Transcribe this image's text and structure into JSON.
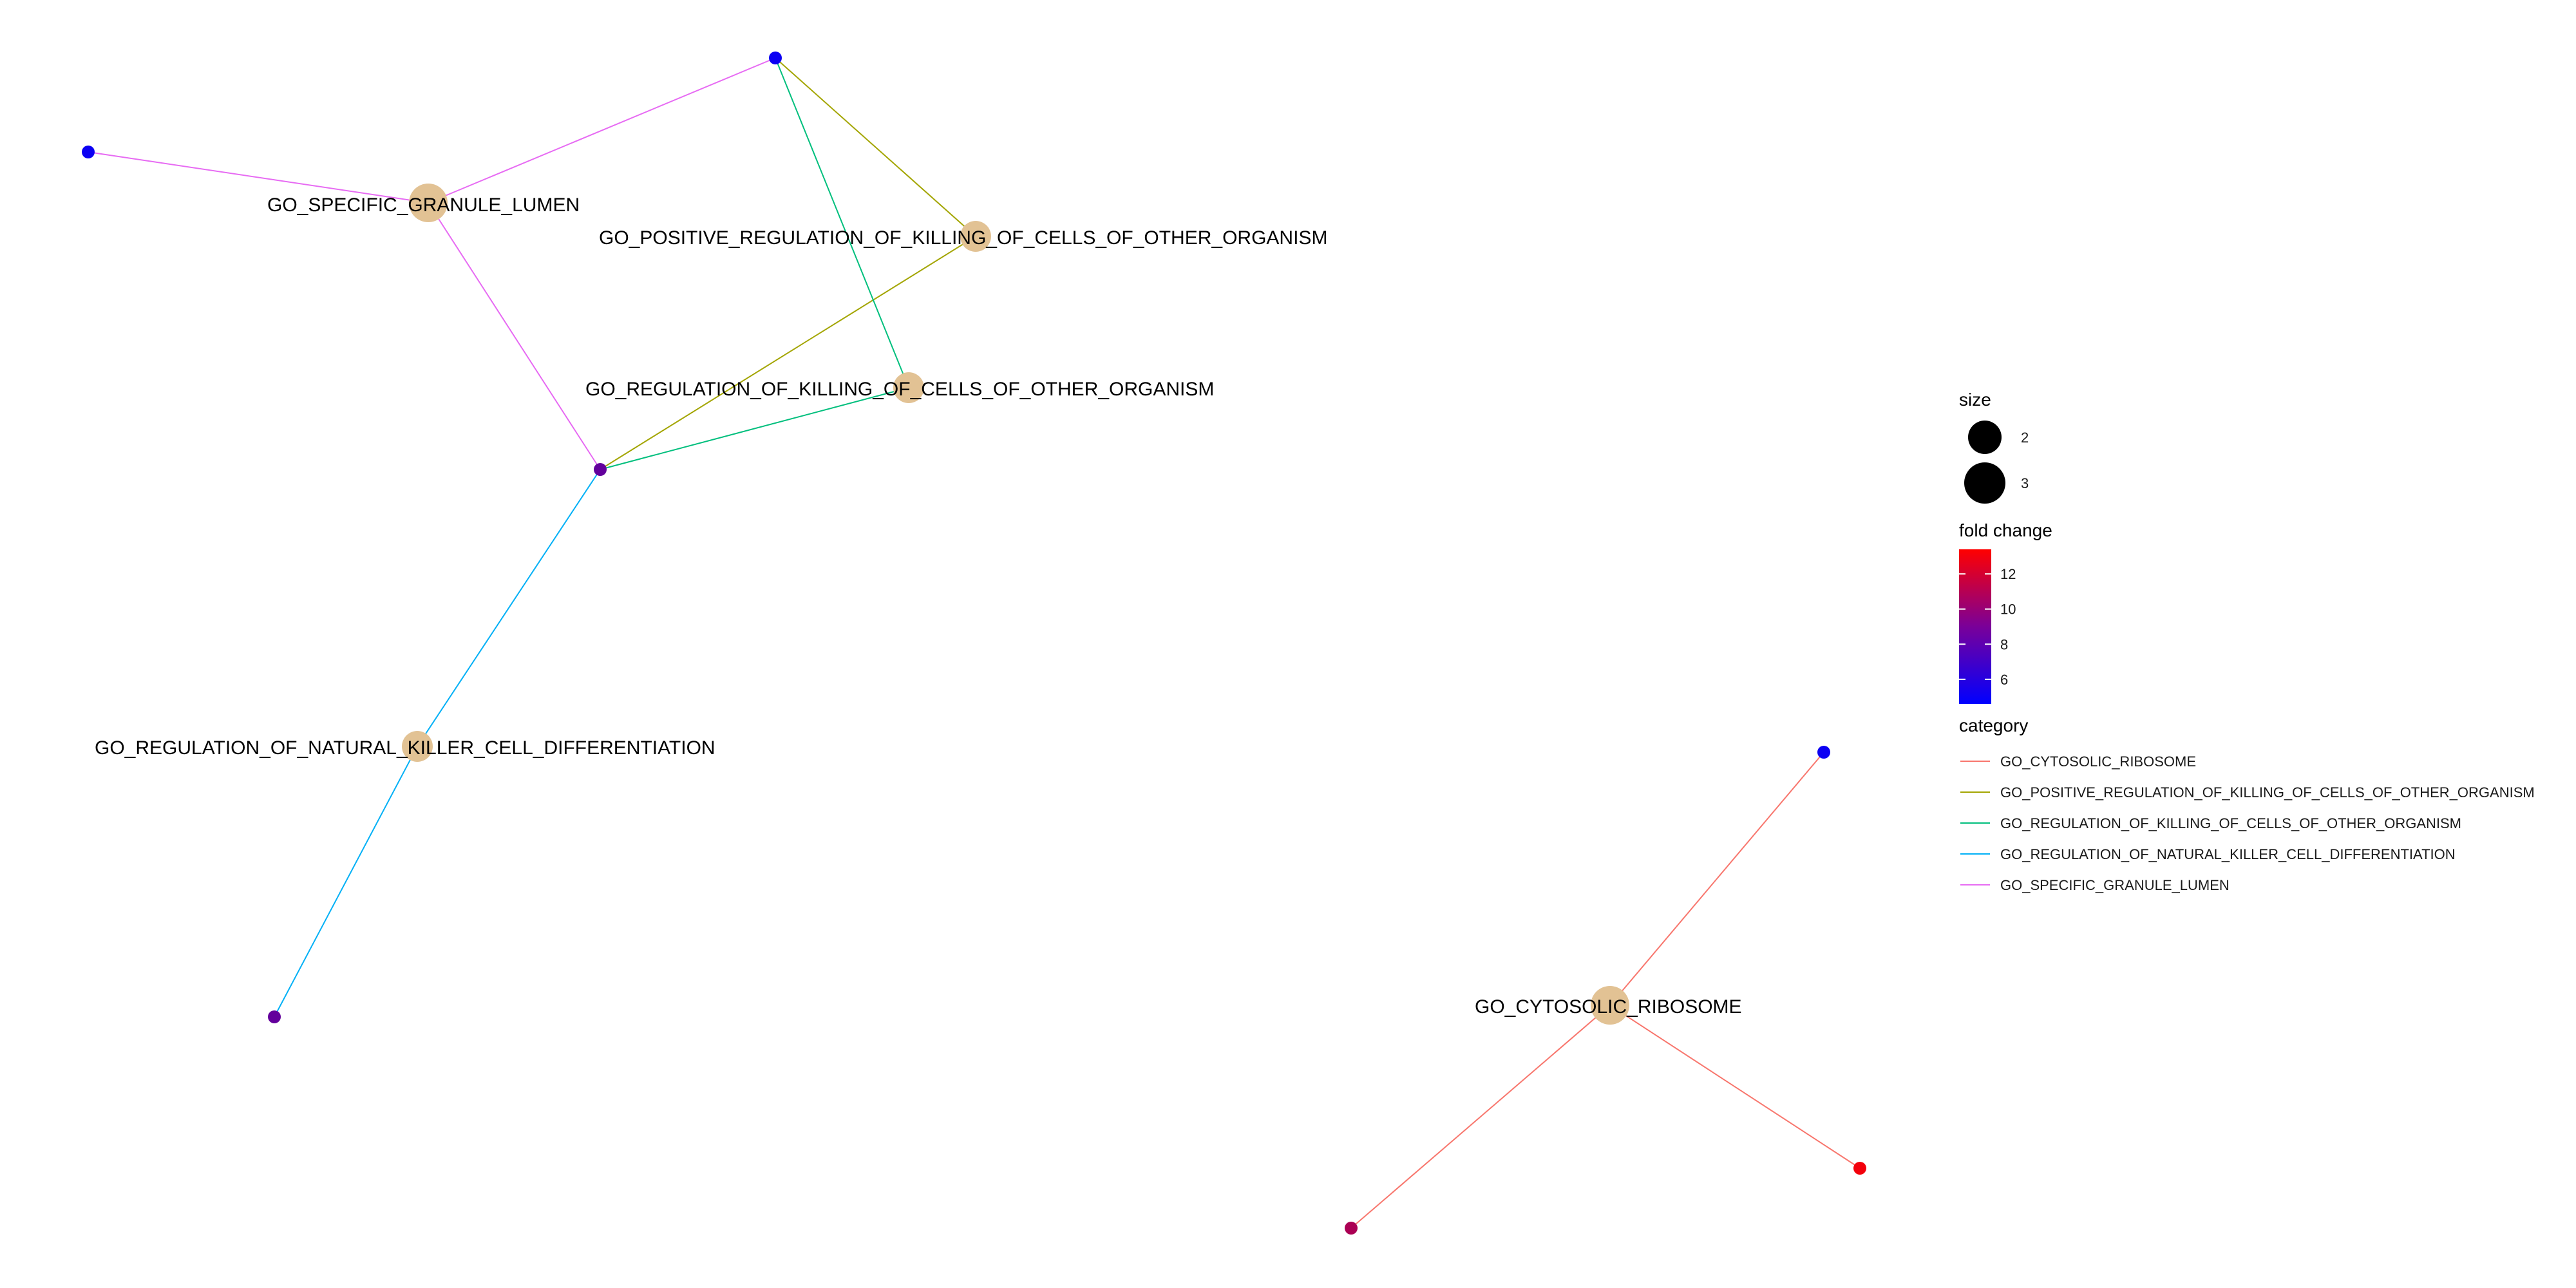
{
  "colors": {
    "term_node": "#e2c294",
    "GO_CYTOSOLIC_RIBOSOME": "#f8766d",
    "GO_POSITIVE_REGULATION_OF_KILLING_OF_CELLS_OF_OTHER_ORGANISM": "#a3a500",
    "GO_REGULATION_OF_KILLING_OF_CELLS_OF_OTHER_ORGANISM": "#00bf7d",
    "GO_REGULATION_OF_NATURAL_KILLER_CELL_DIFFERENTIATION": "#00b0f6",
    "GO_SPECIFIC_GRANULE_LUMEN": "#e76bf3",
    "fold_low": "#0000ff",
    "fold_high": "#ff0000"
  },
  "network": {
    "terms": [
      {
        "id": "GO_SPECIFIC_GRANULE_LUMEN",
        "label": "GO_SPECIFIC_GRANULE_LUMEN",
        "size": 3
      },
      {
        "id": "GO_POSITIVE_REGULATION_OF_KILLING_OF_CELLS_OF_OTHER_ORGANISM",
        "label": "GO_POSITIVE_REGULATION_OF_KILLING_OF_CELLS_OF_OTHER_ORGANISM",
        "size": 2
      },
      {
        "id": "GO_REGULATION_OF_KILLING_OF_CELLS_OF_OTHER_ORGANISM",
        "label": "GO_REGULATION_OF_KILLING_OF_CELLS_OF_OTHER_ORGANISM",
        "size": 2
      },
      {
        "id": "GO_REGULATION_OF_NATURAL_KILLER_CELL_DIFFERENTIATION",
        "label": "GO_REGULATION_OF_NATURAL_KILLER_CELL_DIFFERENTIATION",
        "size": 2
      },
      {
        "id": "GO_CYTOSOLIC_RIBOSOME",
        "label": "GO_CYTOSOLIC_RIBOSOME",
        "size": 3
      }
    ],
    "genes": [
      {
        "id": "g1",
        "fold_change": 5
      },
      {
        "id": "g2",
        "fold_change": 5
      },
      {
        "id": "g3",
        "fold_change": 8
      },
      {
        "id": "g4",
        "fold_change": 8
      },
      {
        "id": "g5",
        "fold_change": 5
      },
      {
        "id": "g6",
        "fold_change": 13
      },
      {
        "id": "g7",
        "fold_change": 10.5
      }
    ],
    "edges": [
      {
        "from": "GO_SPECIFIC_GRANULE_LUMEN",
        "to": "g1",
        "category": "GO_SPECIFIC_GRANULE_LUMEN"
      },
      {
        "from": "GO_SPECIFIC_GRANULE_LUMEN",
        "to": "g2",
        "category": "GO_SPECIFIC_GRANULE_LUMEN"
      },
      {
        "from": "GO_SPECIFIC_GRANULE_LUMEN",
        "to": "g3",
        "category": "GO_SPECIFIC_GRANULE_LUMEN"
      },
      {
        "from": "GO_POSITIVE_REGULATION_OF_KILLING_OF_CELLS_OF_OTHER_ORGANISM",
        "to": "g2",
        "category": "GO_POSITIVE_REGULATION_OF_KILLING_OF_CELLS_OF_OTHER_ORGANISM"
      },
      {
        "from": "GO_POSITIVE_REGULATION_OF_KILLING_OF_CELLS_OF_OTHER_ORGANISM",
        "to": "g3",
        "category": "GO_POSITIVE_REGULATION_OF_KILLING_OF_CELLS_OF_OTHER_ORGANISM"
      },
      {
        "from": "GO_REGULATION_OF_KILLING_OF_CELLS_OF_OTHER_ORGANISM",
        "to": "g2",
        "category": "GO_REGULATION_OF_KILLING_OF_CELLS_OF_OTHER_ORGANISM"
      },
      {
        "from": "GO_REGULATION_OF_KILLING_OF_CELLS_OF_OTHER_ORGANISM",
        "to": "g3",
        "category": "GO_REGULATION_OF_KILLING_OF_CELLS_OF_OTHER_ORGANISM"
      },
      {
        "from": "GO_REGULATION_OF_NATURAL_KILLER_CELL_DIFFERENTIATION",
        "to": "g3",
        "category": "GO_REGULATION_OF_NATURAL_KILLER_CELL_DIFFERENTIATION"
      },
      {
        "from": "GO_REGULATION_OF_NATURAL_KILLER_CELL_DIFFERENTIATION",
        "to": "g4",
        "category": "GO_REGULATION_OF_NATURAL_KILLER_CELL_DIFFERENTIATION"
      },
      {
        "from": "GO_CYTOSOLIC_RIBOSOME",
        "to": "g5",
        "category": "GO_CYTOSOLIC_RIBOSOME"
      },
      {
        "from": "GO_CYTOSOLIC_RIBOSOME",
        "to": "g6",
        "category": "GO_CYTOSOLIC_RIBOSOME"
      },
      {
        "from": "GO_CYTOSOLIC_RIBOSOME",
        "to": "g7",
        "category": "GO_CYTOSOLIC_RIBOSOME"
      }
    ]
  },
  "legend": {
    "size": {
      "title": "size",
      "items": [
        {
          "label": "2",
          "value": 2
        },
        {
          "label": "3",
          "value": 3
        }
      ]
    },
    "fold_change": {
      "title": "fold change",
      "ticks": [
        {
          "label": "12",
          "value": 12
        },
        {
          "label": "10",
          "value": 10
        },
        {
          "label": "8",
          "value": 8
        },
        {
          "label": "6",
          "value": 6
        }
      ],
      "range": [
        4.6,
        13.4
      ]
    },
    "category": {
      "title": "category",
      "items": [
        {
          "label": "GO_CYTOSOLIC_RIBOSOME"
        },
        {
          "label": "GO_POSITIVE_REGULATION_OF_KILLING_OF_CELLS_OF_OTHER_ORGANISM"
        },
        {
          "label": "GO_REGULATION_OF_KILLING_OF_CELLS_OF_OTHER_ORGANISM"
        },
        {
          "label": "GO_REGULATION_OF_NATURAL_KILLER_CELL_DIFFERENTIATION"
        },
        {
          "label": "GO_SPECIFIC_GRANULE_LUMEN"
        }
      ]
    }
  }
}
